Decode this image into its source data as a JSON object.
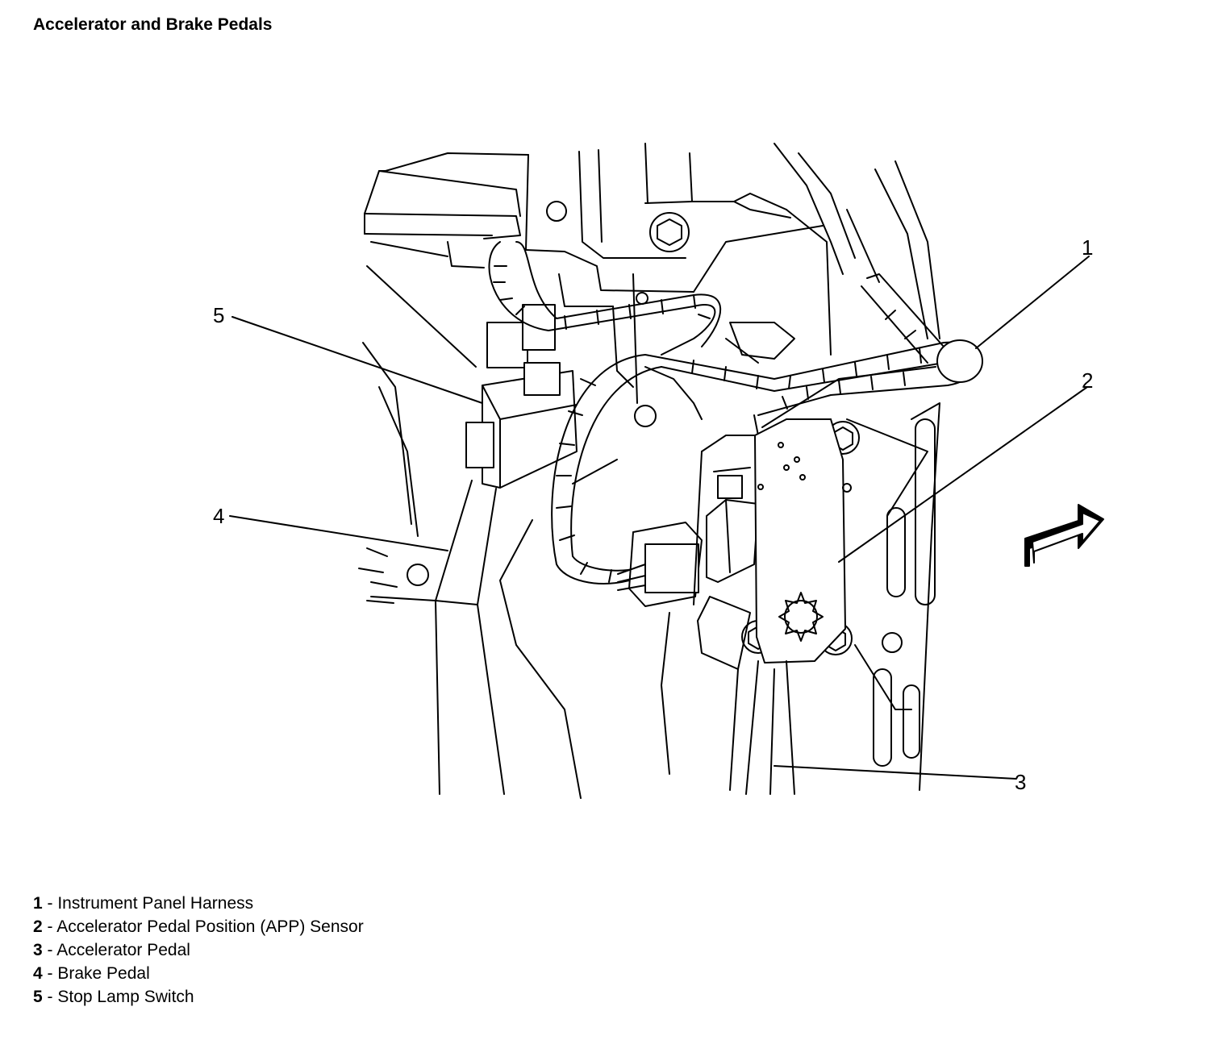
{
  "title": "Accelerator and Brake Pedals",
  "callouts": [
    "1",
    "2",
    "3",
    "4",
    "5"
  ],
  "legend": [
    {
      "num": "1",
      "text": " - Instrument Panel Harness"
    },
    {
      "num": "2",
      "text": " - Accelerator Pedal Position (APP) Sensor"
    },
    {
      "num": "3",
      "text": " - Accelerator Pedal"
    },
    {
      "num": "4",
      "text": " - Brake Pedal"
    },
    {
      "num": "5",
      "text": " - Stop Lamp Switch"
    }
  ],
  "icons": {
    "orientation": "forward-arrow-icon"
  }
}
